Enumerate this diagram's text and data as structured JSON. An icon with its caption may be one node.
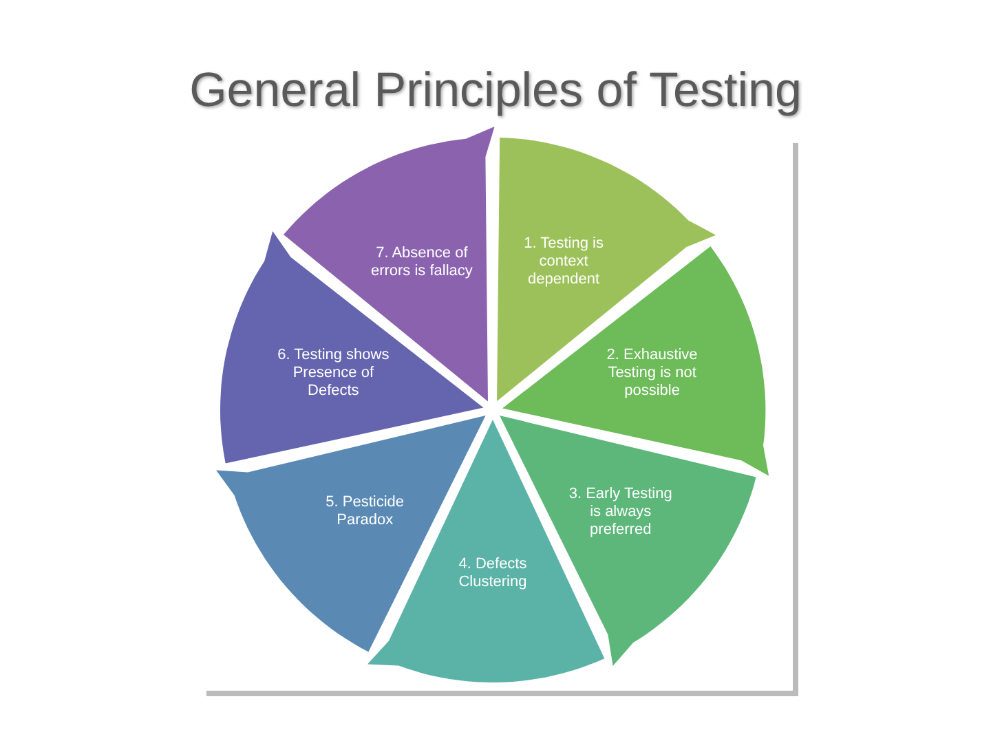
{
  "diagram": {
    "title": "General Principles of Testing",
    "nodes": [
      {
        "text": [
          "1. Testing is context dependent"
        ]
      },
      {
        "text": [
          "2. Exhaustive Testing is not possible"
        ]
      },
      {
        "text": [
          "3. Early Testing is always preferred"
        ]
      },
      {
        "text": [
          "4. Defects Clustering"
        ]
      },
      {
        "text": [
          "5. Pesticide Paradox"
        ]
      },
      {
        "text": [
          "6. Testing shows Presence of Defects"
        ]
      },
      {
        "text": [
          "7. Absence of errors is fallacy"
        ]
      }
    ],
    "edges": []
  }
}
